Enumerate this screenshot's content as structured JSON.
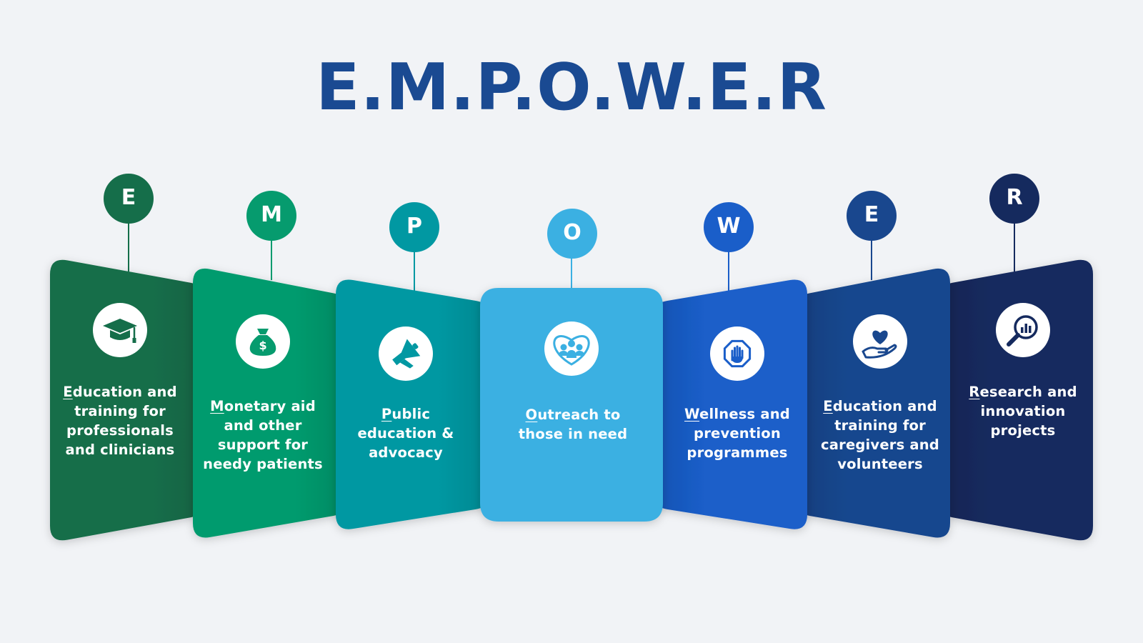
{
  "title": "E.M.P.O.W.E.R",
  "items": [
    {
      "letter": "E",
      "initial": "E",
      "rest": "ducation and training for professionals and clinicians",
      "icon": "graduation-cap-icon",
      "color": "#156e4a"
    },
    {
      "letter": "M",
      "initial": "M",
      "rest": "onetary aid and other support for needy patients",
      "icon": "money-bag-icon",
      "color": "#069b6e"
    },
    {
      "letter": "P",
      "initial": "P",
      "rest": "ublic education & advocacy",
      "icon": "megaphone-icon",
      "color": "#0198a2"
    },
    {
      "letter": "O",
      "initial": "O",
      "rest": "utreach to those in need",
      "icon": "community-heart-icon",
      "color": "#3bb0e2"
    },
    {
      "letter": "W",
      "initial": "W",
      "rest": "ellness and prevention programmes",
      "icon": "stop-hand-icon",
      "color": "#1a5ec9"
    },
    {
      "letter": "E",
      "initial": "E",
      "rest": "ducation and training for caregivers and volunteers",
      "icon": "heart-hand-icon",
      "color": "#19478e"
    },
    {
      "letter": "R",
      "initial": "R",
      "rest": "esearch and innovation projects",
      "icon": "research-magnifier-icon",
      "color": "#152a5e"
    }
  ]
}
